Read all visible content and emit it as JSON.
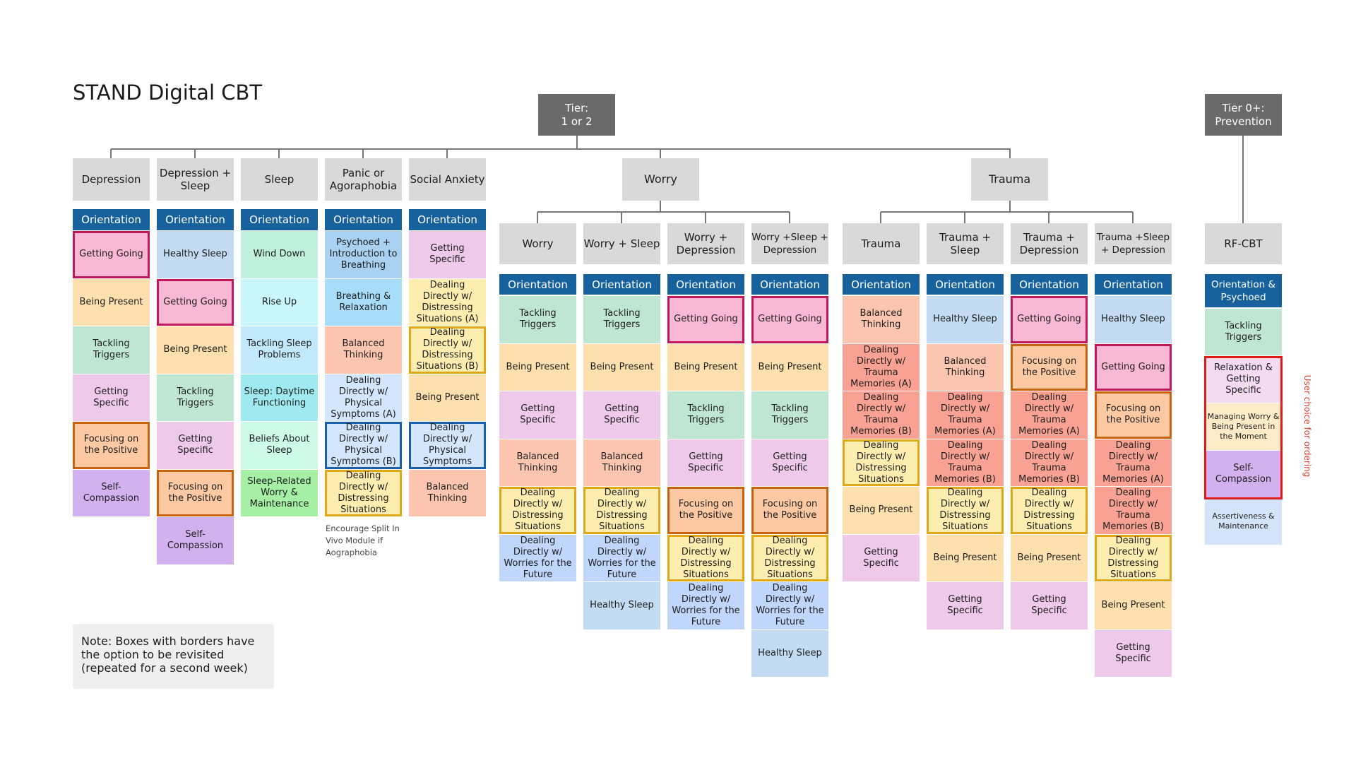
{
  "title": "STAND Digital CBT",
  "tiers": {
    "tier12": [
      "Tier:",
      "1 or 2"
    ],
    "tier0": [
      "Tier 0+:",
      "Prevention"
    ]
  },
  "group_headers": {
    "worry": "Worry",
    "trauma": "Trauma"
  },
  "note": "Note: Boxes with borders have the option to be revisited (repeated for a second week)",
  "encourage_note": "Encourage Split In Vivo Module if Aographobia",
  "user_choice_label": "User choice for ordering",
  "module_colors": {
    "getting_going": {
      "bg": "#f9b8d3",
      "border": "#c2185b"
    },
    "being_present": {
      "bg": "#fde0ad"
    },
    "tackling_triggers": {
      "bg": "#bfe6d3"
    },
    "getting_specific": {
      "bg": "#efc9ea"
    },
    "focusing_positive": {
      "bg": "#fcc9a3",
      "border": "#c8640f"
    },
    "self_compassion": {
      "bg": "#d3b1ef"
    },
    "healthy_sleep": {
      "bg": "#c3dcf3"
    },
    "wind_down": {
      "bg": "#bff0dd"
    },
    "rise_up": {
      "bg": "#c8f6fb"
    },
    "tackling_sleep": {
      "bg": "#c2e8fb"
    },
    "sleep_daytime": {
      "bg": "#9eeaf0"
    },
    "beliefs_sleep": {
      "bg": "#cdfbe8"
    },
    "sleep_worry": {
      "bg": "#a5f0a5"
    },
    "psychoed_breathing": {
      "bg": "#a9d2f2"
    },
    "breathing_relax": {
      "bg": "#a7ddf8"
    },
    "balanced_thinking": {
      "bg": "#fbc5b0"
    },
    "dd_physical": {
      "bg": "#d3e6fb",
      "border": "#1a5fa8"
    },
    "dd_distressing": {
      "bg": "#fdeeb0",
      "border": "#e0a819"
    },
    "dd_worries": {
      "bg": "#c0d6fa"
    },
    "dd_trauma": {
      "bg": "#f9a293"
    },
    "relax_specific": {
      "bg": "#f3dcf0"
    },
    "managing_worry": {
      "bg": "#fdebc8"
    },
    "assertiveness": {
      "bg": "#d4e4f8"
    }
  },
  "columns": [
    {
      "header": "Depression",
      "orientation": "Orientation",
      "modules": [
        {
          "label": "Getting Going",
          "type": "getting_going",
          "bordered": true
        },
        {
          "label": "Being Present",
          "type": "being_present"
        },
        {
          "label": "Tackling Triggers",
          "type": "tackling_triggers"
        },
        {
          "label": "Getting Specific",
          "type": "getting_specific"
        },
        {
          "label": "Focusing on the Positive",
          "type": "focusing_positive",
          "bordered": true
        },
        {
          "label": "Self-Compassion",
          "type": "self_compassion"
        }
      ]
    },
    {
      "header": "Depression + Sleep",
      "orientation": "Orientation",
      "modules": [
        {
          "label": "Healthy Sleep",
          "type": "healthy_sleep"
        },
        {
          "label": "Getting Going",
          "type": "getting_going",
          "bordered": true
        },
        {
          "label": "Being Present",
          "type": "being_present"
        },
        {
          "label": "Tackling Triggers",
          "type": "tackling_triggers"
        },
        {
          "label": "Getting Specific",
          "type": "getting_specific"
        },
        {
          "label": "Focusing on the Positive",
          "type": "focusing_positive",
          "bordered": true
        },
        {
          "label": "Self-Compassion",
          "type": "self_compassion"
        }
      ]
    },
    {
      "header": "Sleep",
      "orientation": "Orientation",
      "modules": [
        {
          "label": "Wind Down",
          "type": "wind_down"
        },
        {
          "label": "Rise Up",
          "type": "rise_up"
        },
        {
          "label": "Tackling Sleep Problems",
          "type": "tackling_sleep"
        },
        {
          "label": "Sleep: Daytime Functioning",
          "type": "sleep_daytime"
        },
        {
          "label": "Beliefs About Sleep",
          "type": "beliefs_sleep"
        },
        {
          "label": "Sleep-Related Worry & Maintenance",
          "type": "sleep_worry"
        }
      ]
    },
    {
      "header": "Panic or Agoraphobia",
      "orientation": "Orientation",
      "modules": [
        {
          "label": "Psychoed + Introduction to Breathing",
          "type": "psychoed_breathing"
        },
        {
          "label": "Breathing & Relaxation",
          "type": "breathing_relax"
        },
        {
          "label": "Balanced Thinking",
          "type": "balanced_thinking"
        },
        {
          "label": "Dealing Directly w/ Physical Symptoms (A)",
          "type": "dd_physical"
        },
        {
          "label": "Dealing Directly w/ Physical Symptoms (B)",
          "type": "dd_physical",
          "bordered": true
        },
        {
          "label": "Dealing Directly w/ Distressing Situations",
          "type": "dd_distressing",
          "bordered": true
        }
      ]
    },
    {
      "header": "Social Anxiety",
      "orientation": "Orientation",
      "modules": [
        {
          "label": "Getting Specific",
          "type": "getting_specific"
        },
        {
          "label": "Dealing Directly w/ Distressing Situations (A)",
          "type": "dd_distressing"
        },
        {
          "label": "Dealing Directly w/ Distressing Situations (B)",
          "type": "dd_distressing",
          "bordered": true
        },
        {
          "label": "Being Present",
          "type": "being_present"
        },
        {
          "label": "Dealing Directly w/ Physical Symptoms",
          "type": "dd_physical",
          "bordered": true
        },
        {
          "label": "Balanced Thinking",
          "type": "balanced_thinking"
        }
      ]
    },
    {
      "header": "Worry",
      "orientation": "Orientation",
      "modules": [
        {
          "label": "Tackling Triggers",
          "type": "tackling_triggers"
        },
        {
          "label": "Being Present",
          "type": "being_present"
        },
        {
          "label": "Getting Specific",
          "type": "getting_specific"
        },
        {
          "label": "Balanced Thinking",
          "type": "balanced_thinking"
        },
        {
          "label": "Dealing Directly w/ Distressing Situations",
          "type": "dd_distressing",
          "bordered": true
        },
        {
          "label": "Dealing Directly w/ Worries for the Future",
          "type": "dd_worries"
        }
      ]
    },
    {
      "header": "Worry + Sleep",
      "orientation": "Orientation",
      "modules": [
        {
          "label": "Tackling Triggers",
          "type": "tackling_triggers"
        },
        {
          "label": "Being Present",
          "type": "being_present"
        },
        {
          "label": "Getting Specific",
          "type": "getting_specific"
        },
        {
          "label": "Balanced Thinking",
          "type": "balanced_thinking"
        },
        {
          "label": "Dealing Directly w/ Distressing Situations",
          "type": "dd_distressing",
          "bordered": true
        },
        {
          "label": "Dealing Directly w/ Worries for the Future",
          "type": "dd_worries"
        },
        {
          "label": "Healthy Sleep",
          "type": "healthy_sleep"
        }
      ]
    },
    {
      "header": "Worry + Depression",
      "orientation": "Orientation",
      "modules": [
        {
          "label": "Getting Going",
          "type": "getting_going",
          "bordered": true
        },
        {
          "label": "Being Present",
          "type": "being_present"
        },
        {
          "label": "Tackling Triggers",
          "type": "tackling_triggers"
        },
        {
          "label": "Getting Specific",
          "type": "getting_specific"
        },
        {
          "label": "Focusing on the Positive",
          "type": "focusing_positive",
          "bordered": true
        },
        {
          "label": "Dealing Directly w/ Distressing Situations",
          "type": "dd_distressing",
          "bordered": true
        },
        {
          "label": "Dealing Directly w/ Worries for the Future",
          "type": "dd_worries"
        }
      ]
    },
    {
      "header": "Worry +Sleep + Depression",
      "orientation": "Orientation",
      "modules": [
        {
          "label": "Getting Going",
          "type": "getting_going",
          "bordered": true
        },
        {
          "label": "Being Present",
          "type": "being_present"
        },
        {
          "label": "Tackling Triggers",
          "type": "tackling_triggers"
        },
        {
          "label": "Getting Specific",
          "type": "getting_specific"
        },
        {
          "label": "Focusing on the Positive",
          "type": "focusing_positive",
          "bordered": true
        },
        {
          "label": "Dealing Directly w/ Distressing Situations",
          "type": "dd_distressing",
          "bordered": true
        },
        {
          "label": "Dealing Directly w/ Worries for the Future",
          "type": "dd_worries"
        },
        {
          "label": "Healthy Sleep",
          "type": "healthy_sleep"
        }
      ]
    },
    {
      "header": "Trauma",
      "orientation": "Orientation",
      "modules": [
        {
          "label": "Balanced Thinking",
          "type": "balanced_thinking"
        },
        {
          "label": "Dealing Directly w/ Trauma Memories (A)",
          "type": "dd_trauma"
        },
        {
          "label": "Dealing Directly w/ Trauma Memories (B)",
          "type": "dd_trauma"
        },
        {
          "label": "Dealing Directly w/ Distressing Situations",
          "type": "dd_distressing",
          "bordered": true
        },
        {
          "label": "Being Present",
          "type": "being_present"
        },
        {
          "label": "Getting Specific",
          "type": "getting_specific"
        }
      ]
    },
    {
      "header": "Trauma + Sleep",
      "orientation": "Orientation",
      "modules": [
        {
          "label": "Healthy Sleep",
          "type": "healthy_sleep"
        },
        {
          "label": "Balanced Thinking",
          "type": "balanced_thinking"
        },
        {
          "label": "Dealing Directly w/ Trauma Memories (A)",
          "type": "dd_trauma"
        },
        {
          "label": "Dealing Directly w/ Trauma Memories (B)",
          "type": "dd_trauma"
        },
        {
          "label": "Dealing Directly w/ Distressing Situations",
          "type": "dd_distressing",
          "bordered": true
        },
        {
          "label": "Being Present",
          "type": "being_present"
        },
        {
          "label": "Getting Specific",
          "type": "getting_specific"
        }
      ]
    },
    {
      "header": "Trauma + Depression",
      "orientation": "Orientation",
      "modules": [
        {
          "label": "Getting Going",
          "type": "getting_going",
          "bordered": true
        },
        {
          "label": "Focusing on the Positive",
          "type": "focusing_positive",
          "bordered": true
        },
        {
          "label": "Dealing Directly w/ Trauma Memories (A)",
          "type": "dd_trauma"
        },
        {
          "label": "Dealing Directly w/ Trauma Memories (B)",
          "type": "dd_trauma"
        },
        {
          "label": "Dealing Directly w/ Distressing Situations",
          "type": "dd_distressing",
          "bordered": true
        },
        {
          "label": "Being Present",
          "type": "being_present"
        },
        {
          "label": "Getting Specific",
          "type": "getting_specific"
        }
      ]
    },
    {
      "header": "Trauma +Sleep + Depression",
      "orientation": "Orientation",
      "modules": [
        {
          "label": "Healthy Sleep",
          "type": "healthy_sleep"
        },
        {
          "label": "Getting Going",
          "type": "getting_going",
          "bordered": true
        },
        {
          "label": "Focusing on the Positive",
          "type": "focusing_positive",
          "bordered": true
        },
        {
          "label": "Dealing Directly w/ Trauma Memories (A)",
          "type": "dd_trauma"
        },
        {
          "label": "Dealing Directly w/ Trauma Memories (B)",
          "type": "dd_trauma"
        },
        {
          "label": "Dealing Directly w/ Distressing Situations",
          "type": "dd_distressing",
          "bordered": true
        },
        {
          "label": "Being Present",
          "type": "being_present"
        },
        {
          "label": "Getting Specific",
          "type": "getting_specific"
        }
      ]
    },
    {
      "header": "RF-CBT",
      "orientation": "Orientation & Psychoed",
      "modules": [
        {
          "label": "Tackling Triggers",
          "type": "tackling_triggers"
        },
        {
          "label": "Relaxation & Getting Specific",
          "type": "relax_specific"
        },
        {
          "label": "Managing Worry & Being Present in the Moment",
          "type": "managing_worry",
          "small": true
        },
        {
          "label": "Self-Compassion",
          "type": "self_compassion"
        },
        {
          "label": "Assertiveness & Maintenance",
          "type": "assertiveness",
          "small": true
        }
      ]
    }
  ]
}
